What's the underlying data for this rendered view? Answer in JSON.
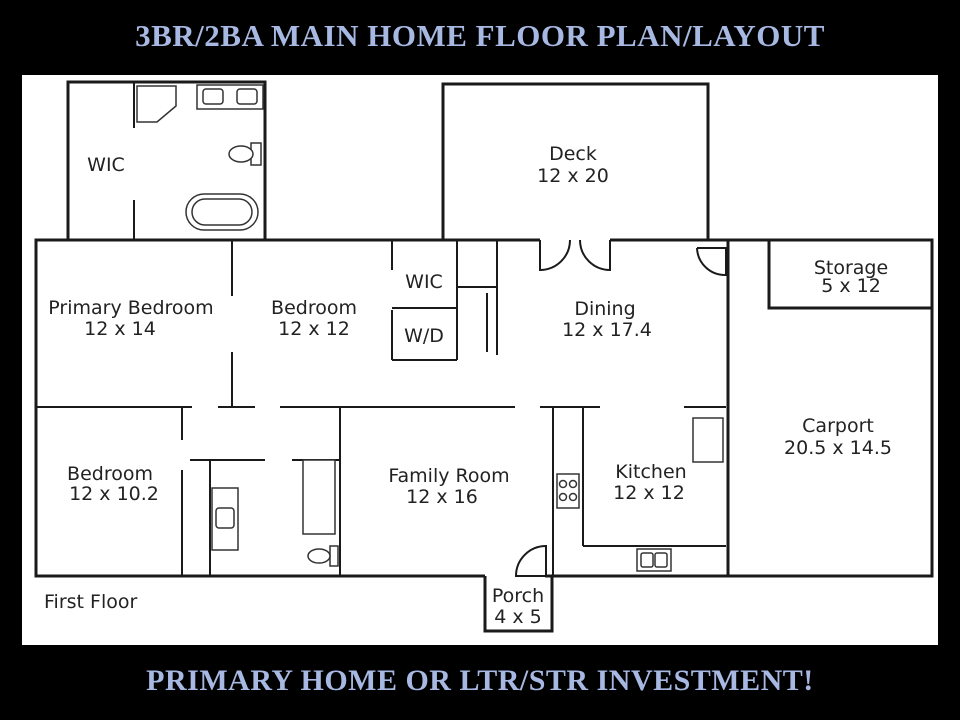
{
  "header": {
    "title": "3BR/2BA MAIN HOME FLOOR PLAN/LAYOUT"
  },
  "footer": {
    "caption": "PRIMARY HOME OR LTR/STR INVESTMENT!"
  },
  "plan": {
    "floor_label": "First Floor",
    "rooms": {
      "wic_primary": {
        "name": "WIC"
      },
      "deck": {
        "name": "Deck",
        "size": "12 x 20"
      },
      "storage": {
        "name": "Storage",
        "size": "5 x 12"
      },
      "primary_bedroom": {
        "name": "Primary Bedroom",
        "size": "12 x 14"
      },
      "bedroom_2": {
        "name": "Bedroom",
        "size": "12 x 12"
      },
      "wic_hall": {
        "name": "WIC"
      },
      "laundry": {
        "name": "W/D"
      },
      "dining": {
        "name": "Dining",
        "size": "12 x 17.4"
      },
      "carport": {
        "name": "Carport",
        "size": "20.5 x 14.5"
      },
      "bedroom_3": {
        "name": "Bedroom",
        "size": "12 x 10.2"
      },
      "family_room": {
        "name": "Family Room",
        "size": "12 x 16"
      },
      "kitchen": {
        "name": "Kitchen",
        "size": "12 x 12"
      },
      "porch": {
        "name": "Porch",
        "size": "4 x 5"
      }
    }
  }
}
